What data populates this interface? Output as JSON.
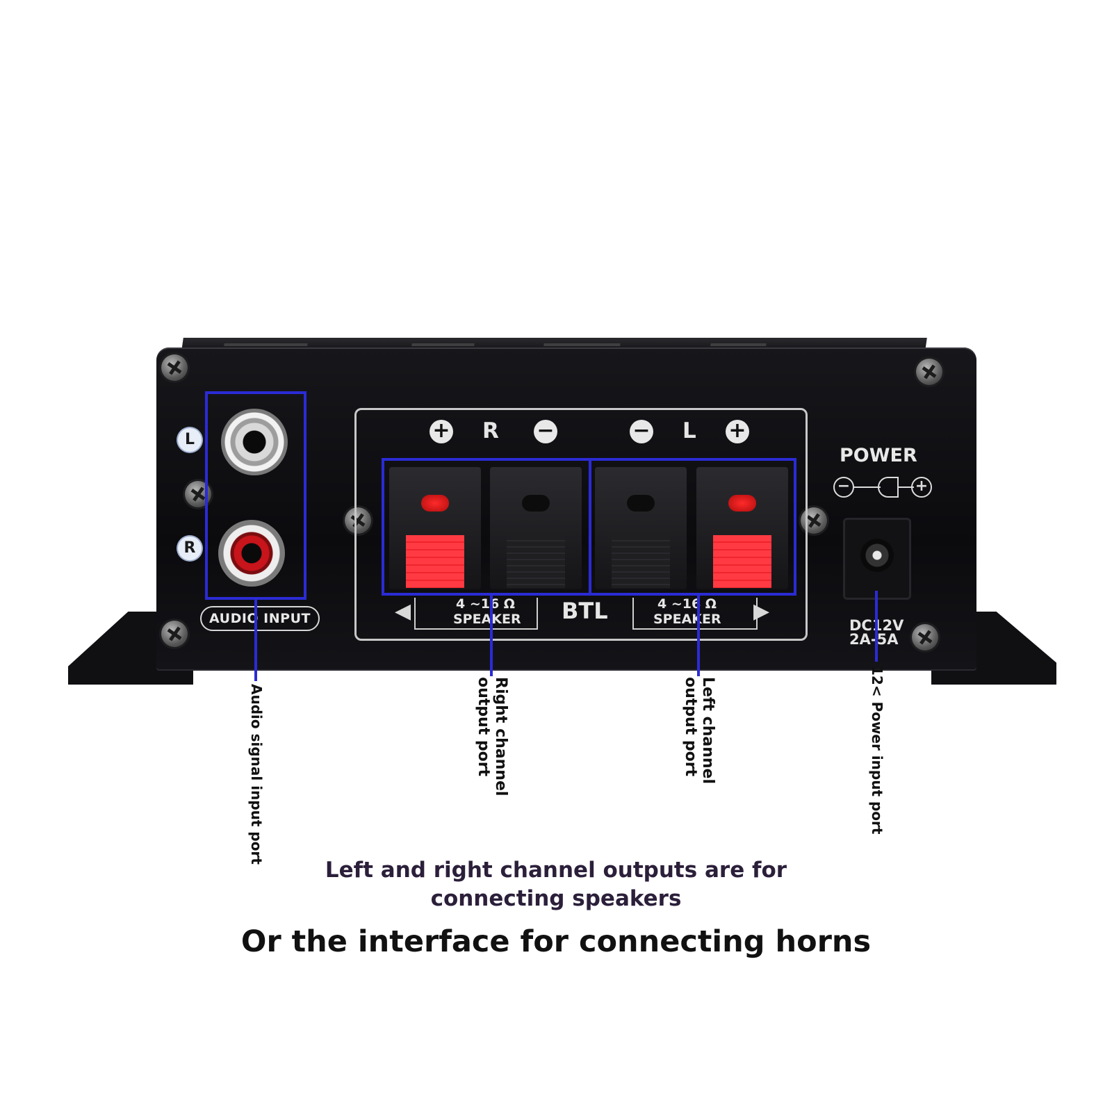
{
  "panel": {
    "left_channel": "L",
    "right_channel": "R",
    "audio_input": "AUDIO INPUT",
    "btl": "BTL",
    "speaker_impedance": "4 ~16 Ω",
    "speaker": "SPEAKER",
    "plus": "+",
    "minus": "−",
    "power": "POWER",
    "dc_line1": "DC12V",
    "dc_line2": "2A-5A"
  },
  "annotations": {
    "audio_input_port": "Audio signal input port",
    "right_output": "Right channel\noutput port",
    "left_output": "Left channel\noutput port",
    "power_input": "12< Power input port"
  },
  "captions": {
    "line1": "Left and right channel outputs are for",
    "line2": "connecting speakers",
    "line3": "Or the interface for connecting horns"
  },
  "colors": {
    "highlight": "#2b2bd6",
    "terminal_red": "#f0242d",
    "body": "#0b0b0e"
  }
}
